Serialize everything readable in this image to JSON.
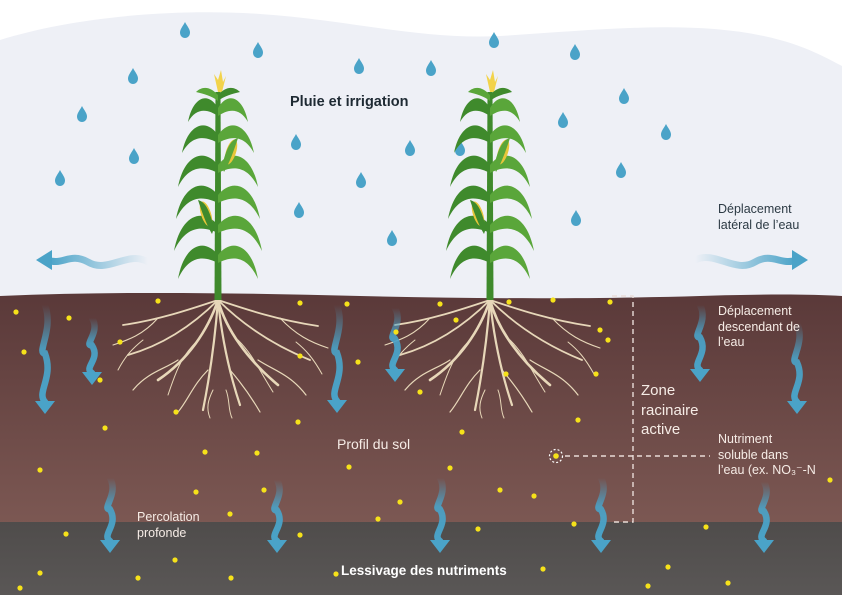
{
  "labels": {
    "rain": "Pluie et irrigation",
    "lateral": "Déplacement\nlatéral de l’eau",
    "downward": "Déplacement\ndescendant de\nl’eau",
    "root_zone": "Zone\nracinaire\nactive",
    "nutrient": "Nutriment\nsoluble dans\nl’eau (ex. NO₃⁻-N",
    "soil_profile": "Profil du sol",
    "percolation": "Percolation\nprofonde",
    "leaching": "Lessivage des nutriments"
  },
  "colors": {
    "sky": "#eef0f6",
    "rain_drop": "#4aa3c8",
    "soil_top": "#5b3a3a",
    "soil_bottom": "#7a5652",
    "deep_layer": "#545150",
    "water_arrow": "#4aa3c8",
    "nutrient_dot": "#f6e21a",
    "leaf": "#5aa63a",
    "leaf_dark": "#3f8a2c",
    "cob": "#e8c63a",
    "tassel": "#f2d34a",
    "root": "#efe0c0"
  },
  "icons": {
    "rain": "water-drop-icon",
    "plant": "corn-plant-icon",
    "arrow": "water-flow-arrow-icon",
    "nutrient": "nutrient-particle-icon"
  }
}
